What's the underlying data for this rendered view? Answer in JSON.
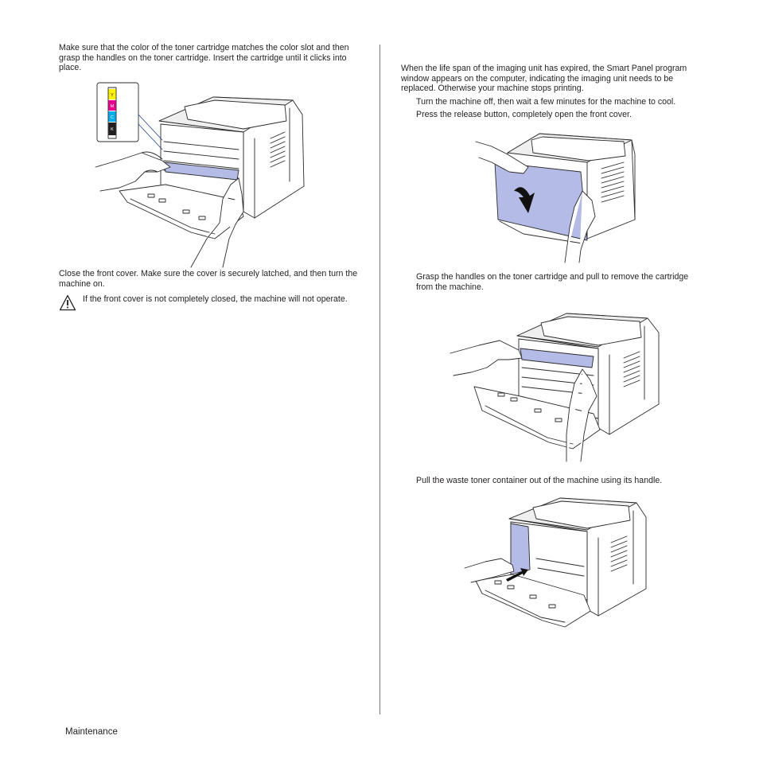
{
  "left": {
    "p1": "Make sure that the color of the toner cartridge matches the color slot and then grasp the handles on the toner cartridge. Insert the cartridge until it clicks into place.",
    "toner_labels": [
      "Y",
      "M",
      "C",
      "K"
    ],
    "p2": "Close the front cover. Make sure the cover is securely latched, and then turn the machine on.",
    "caution": "If the front cover is not completely closed, the machine will not operate."
  },
  "right": {
    "intro": "When the life span of the imaging unit has expired, the Smart Panel program window appears on the computer, indicating the imaging unit needs to be replaced. Otherwise your machine stops printing.",
    "step1": "Turn the machine off, then wait a few minutes for the machine to cool.",
    "step2": "Press the release button, completely open the front cover.",
    "step3": "Grasp the handles on the toner cartridge and pull to remove the cartridge from the machine.",
    "step4": "Pull the waste toner container out of the machine using its handle."
  },
  "footer": {
    "section": "Maintenance"
  },
  "colors": {
    "yellow": "#fff200",
    "magenta": "#ec008c",
    "cyan": "#00aeef",
    "black": "#231f20",
    "highlight": "#b4bbe6",
    "callout": "#2f4f9e"
  }
}
